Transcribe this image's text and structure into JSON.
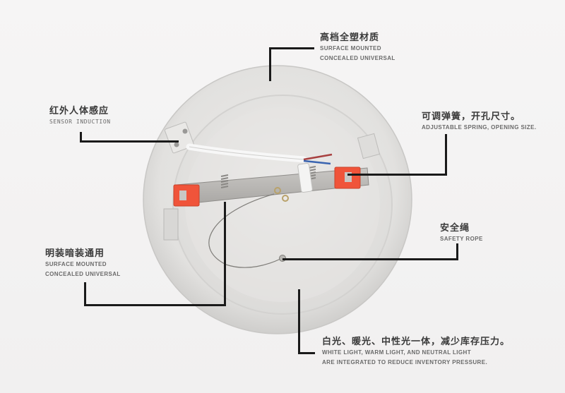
{
  "image_type": "product-feature-diagram",
  "subject": "round surface/recessed LED panel light (back view)",
  "colors": {
    "background": "#f3f2f2",
    "housing": "#e4e3e1",
    "spring_clip_accent": "#f0543a",
    "callout_line": "#1a1a1a",
    "text_primary": "#3a3a3a",
    "text_secondary": "#6a6a6a"
  },
  "callouts": {
    "material": {
      "cn": "高档全塑材质",
      "en_line1": "SURFACE MOUNTED",
      "en_line2": "CONCEALED UNIVERSAL"
    },
    "sensor": {
      "cn": "红外人体感应",
      "en_line1": "SENSOR INDUCTION"
    },
    "spring": {
      "cn": "可调弹簧，开孔尺寸。",
      "en_line1": "ADJUSTABLE SPRING, OPENING SIZE."
    },
    "rope": {
      "cn": "安全绳",
      "en_line1": "SAFETY ROPE"
    },
    "mounting": {
      "cn": "明装暗装通用",
      "en_line1": "SURFACE MOUNTED",
      "en_line2": "CONCEALED UNIVERSAL"
    },
    "light": {
      "cn": "白光、暖光、中性光一体，减少库存压力。",
      "en_line1": "WHITE LIGHT, WARM LIGHT, AND NEUTRAL LIGHT",
      "en_line2": "ARE INTEGRATED TO REDUCE INVENTORY PRESSURE."
    }
  }
}
